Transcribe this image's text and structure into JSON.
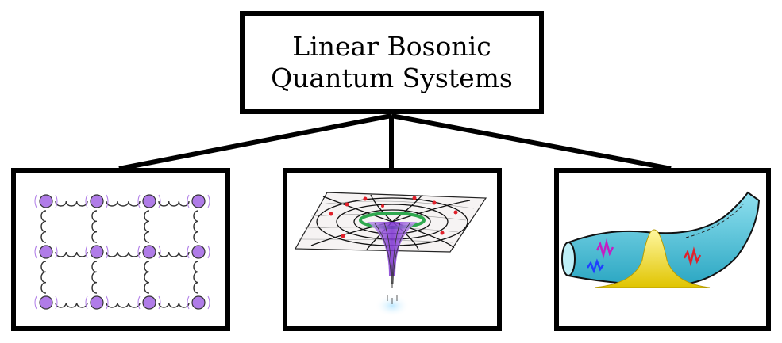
{
  "title": {
    "line1": "Linear Bosonic",
    "line2": "Quantum Systems"
  },
  "panels": [
    {
      "illustration": "coupled-oscillator-lattice"
    },
    {
      "illustration": "analogue-black-hole-funnel"
    },
    {
      "illustration": "curved-waveguide-with-wavepackets"
    }
  ],
  "colors": {
    "lattice_node": "#b07ce8",
    "spring": "#333333",
    "funnel_purple": "#8a2be2",
    "ring_green": "#2fa84f",
    "particles_red": "#e0202a",
    "tube_cyan": "#4cc3d9",
    "packet_yellow": "#f2e21c",
    "packet_magenta": "#c41ec4",
    "packet_blue": "#2040ff"
  }
}
